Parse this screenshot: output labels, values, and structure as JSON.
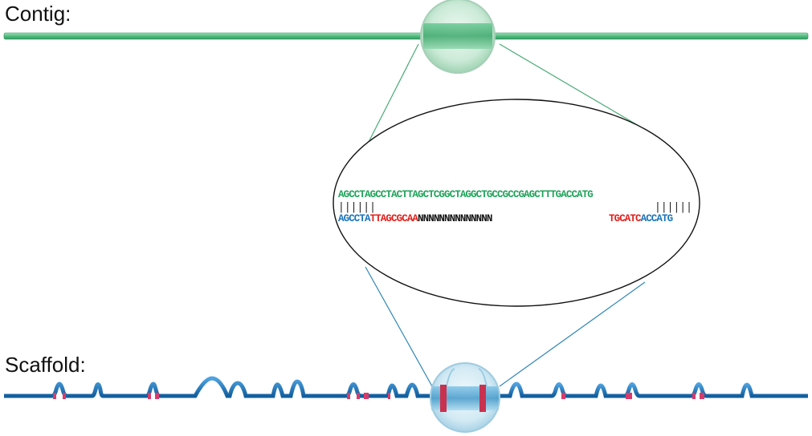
{
  "labels": {
    "contig": "Contig:",
    "scaffold": "Scaffold:"
  },
  "sequences": {
    "contig_seq": "AGCCTAGCCTACTTAGCTCGGCTAGGCTGCCGCCGAGCTTTGACCATG",
    "match_left": "||||||",
    "match_right": "||||||",
    "scaffold_left_match": "AGCCTA",
    "scaffold_left_flank": "TTAGCGCAA",
    "scaffold_gap": "NNNNNNNNNNNNNN",
    "scaffold_right_flank": "TGCATC",
    "scaffold_right_match": "ACCATG"
  },
  "colors": {
    "contig": "#3cb371",
    "contig_seq": "#1fa35a",
    "scaffold": "#1a75bc",
    "scaffold_seq": "#1a75bc",
    "flank": "#e0201b",
    "gap": "#111111",
    "marker": "#d63c6b"
  }
}
